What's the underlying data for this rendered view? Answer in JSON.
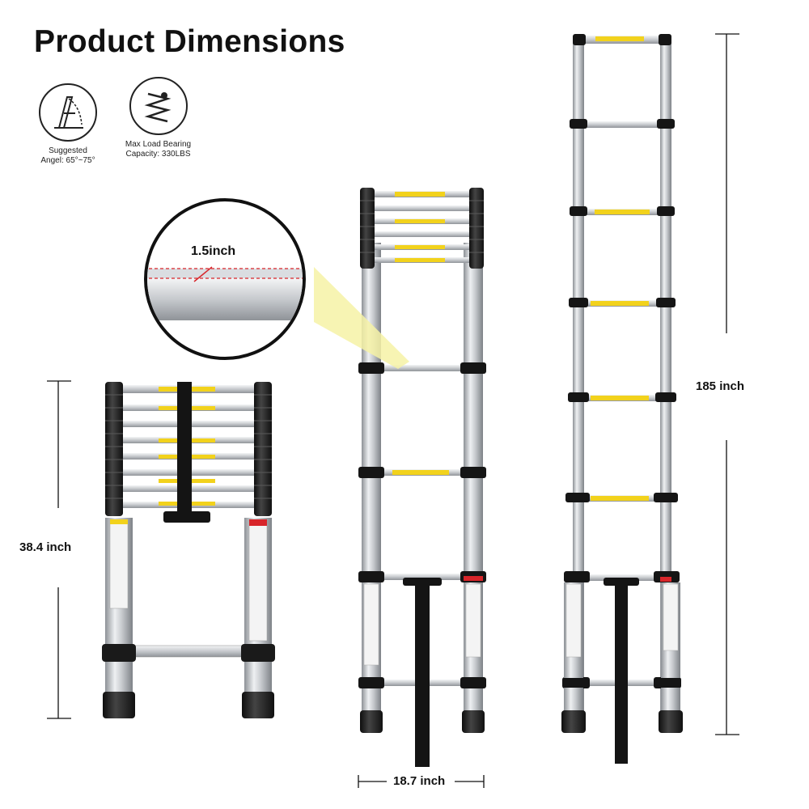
{
  "title": "Product Dimensions",
  "features": [
    {
      "icon": "ladder-angle-icon",
      "line1": "Suggested",
      "line2": "Angel: 65°~75°"
    },
    {
      "icon": "load-bearing-icon",
      "line1": "Max Load Bearing",
      "line2": "Capacity: 330LBS"
    }
  ],
  "dimensions": {
    "tube_width": "1.5inch",
    "folded_height": "38.4 inch",
    "width": "18.7 inch",
    "extended_height": "185 inch"
  },
  "colors": {
    "aluminum": "#c9ccd0",
    "black": "#1b1b1b",
    "label_yellow": "#f2d21c",
    "callout": "#f6f2a6",
    "accent_red": "#d8252a"
  }
}
